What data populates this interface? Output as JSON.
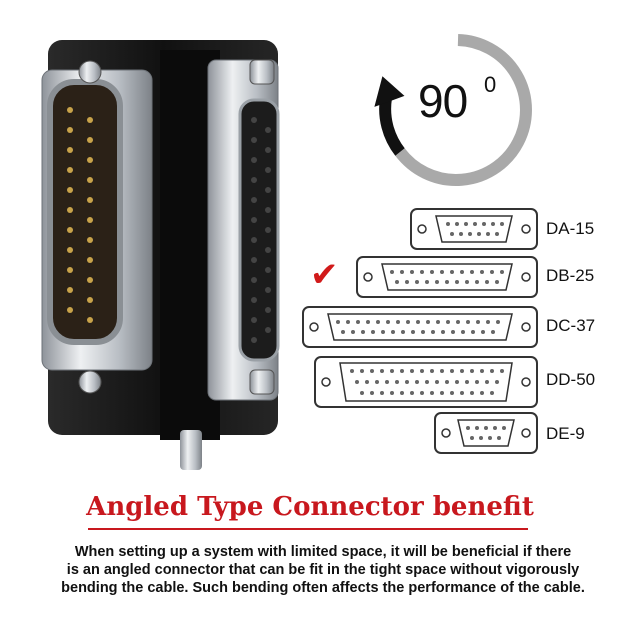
{
  "badge": {
    "value": "90",
    "superscript": "0"
  },
  "connectors": [
    {
      "label": "DA-15",
      "checked": false
    },
    {
      "label": "DB-25",
      "checked": true
    },
    {
      "label": "DC-37",
      "checked": false
    },
    {
      "label": "DD-50",
      "checked": false
    },
    {
      "label": "DE-9",
      "checked": false
    }
  ],
  "check_mark": "✔",
  "headline": "Angled Type Connector benefit",
  "body_lines": [
    "When setting up a system with limited space, it will be beneficial if there",
    "is an angled connector that can be fit in the tight space without vigorously",
    "bending the cable. Such bending often affects the performance of the cable."
  ],
  "colors": {
    "accent_red": "#c8181e",
    "adapter_black": "#1a1a1a",
    "metal": "#c9cdd2"
  }
}
